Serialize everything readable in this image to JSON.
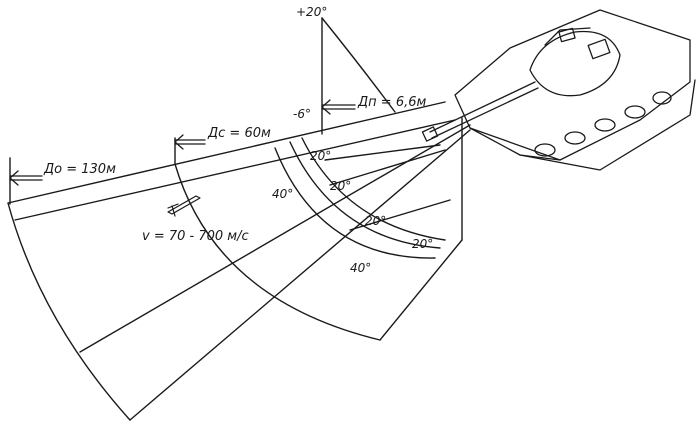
{
  "diagram": {
    "labels": {
      "elev_top": "+20°",
      "depress": "-6°",
      "d_p": "Дп = 6,6м",
      "d_c": "Дс = 60м",
      "d_o": "Дo = 130м",
      "velocity": "v = 70 - 700 м/с",
      "a20_1": "20°",
      "a20_2": "20°",
      "a20_3": "20°",
      "a20_4": "20°",
      "a40_left": "40°",
      "a40_bottom": "40°"
    },
    "colors": {
      "ink": "#1a1a1a",
      "paper": "#ffffff"
    },
    "icons": {
      "tank": "tank-drawing",
      "projectile": "projectile-drawing"
    }
  }
}
